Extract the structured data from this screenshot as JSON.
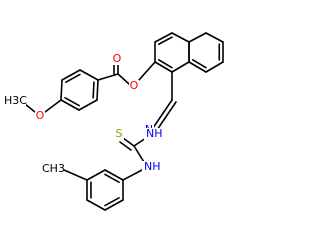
{
  "structure": {
    "atoms": {
      "o_carbonyl": "O",
      "o_ester": "O",
      "o_methoxy": "O",
      "methyl": "H3C",
      "n_imine": "N",
      "n_hydrazine": "NH",
      "s_thio": "S",
      "n_amine": "NH",
      "methyl_tolyl": "CH3"
    },
    "colors": {
      "bond": "#000000",
      "oxygen": "#ff0000",
      "nitrogen": "#0000ff",
      "sulfur": "#999900",
      "carbon_label": "#000000"
    }
  }
}
